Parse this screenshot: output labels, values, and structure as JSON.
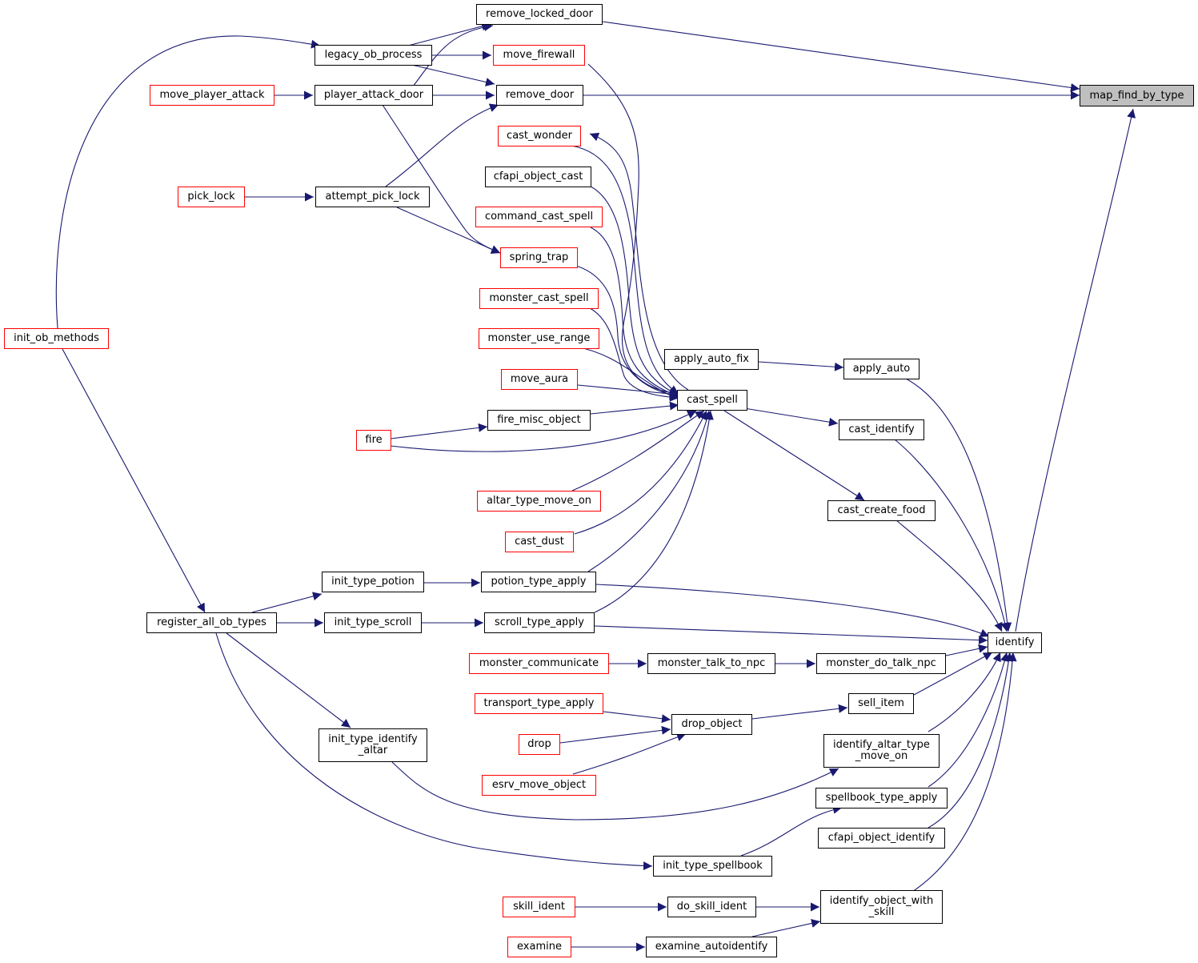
{
  "colors": {
    "edge": "#191970",
    "box": "#000000",
    "truncated_box": "#ff0000",
    "highlight_fill": "#bfbfbf"
  },
  "nodes": {
    "map_find_by_type": "map_find_by_type",
    "remove_locked_door": "remove_locked_door",
    "legacy_ob_process": "legacy_ob_process",
    "move_firewall": "move_firewall",
    "remove_door": "remove_door",
    "move_player_attack": "move_player_attack",
    "player_attack_door": "player_attack_door",
    "cast_wonder": "cast_wonder",
    "cfapi_object_cast": "cfapi_object_cast",
    "pick_lock": "pick_lock",
    "attempt_pick_lock": "attempt_pick_lock",
    "command_cast_spell": "command_cast_spell",
    "spring_trap": "spring_trap",
    "monster_cast_spell": "monster_cast_spell",
    "init_ob_methods": "init_ob_methods",
    "monster_use_range": "monster_use_range",
    "apply_auto_fix": "apply_auto_fix",
    "apply_auto": "apply_auto",
    "move_aura": "move_aura",
    "cast_spell": "cast_spell",
    "fire_misc_object": "fire_misc_object",
    "cast_identify": "cast_identify",
    "fire": "fire",
    "altar_type_move_on": "altar_type_move_on",
    "cast_create_food": "cast_create_food",
    "cast_dust": "cast_dust",
    "init_type_potion": "init_type_potion",
    "potion_type_apply": "potion_type_apply",
    "register_all_ob_types": "register_all_ob_types",
    "init_type_scroll": "init_type_scroll",
    "scroll_type_apply": "scroll_type_apply",
    "identify": "identify",
    "monster_communicate": "monster_communicate",
    "monster_talk_to_npc": "monster_talk_to_npc",
    "monster_do_talk_npc": "monster_do_talk_npc",
    "transport_type_apply": "transport_type_apply",
    "sell_item": "sell_item",
    "drop_object": "drop_object",
    "init_type_identify_altar": "init_type_identify\n_altar",
    "drop": "drop",
    "identify_altar_type_move_on": "identify_altar_type\n_move_on",
    "esrv_move_object": "esrv_move_object",
    "spellbook_type_apply": "spellbook_type_apply",
    "cfapi_object_identify": "cfapi_object_identify",
    "init_type_spellbook": "init_type_spellbook",
    "skill_ident": "skill_ident",
    "do_skill_ident": "do_skill_ident",
    "identify_object_with_skill": "identify_object_with\n_skill",
    "examine": "examine",
    "examine_autoidentify": "examine_autoidentify"
  }
}
